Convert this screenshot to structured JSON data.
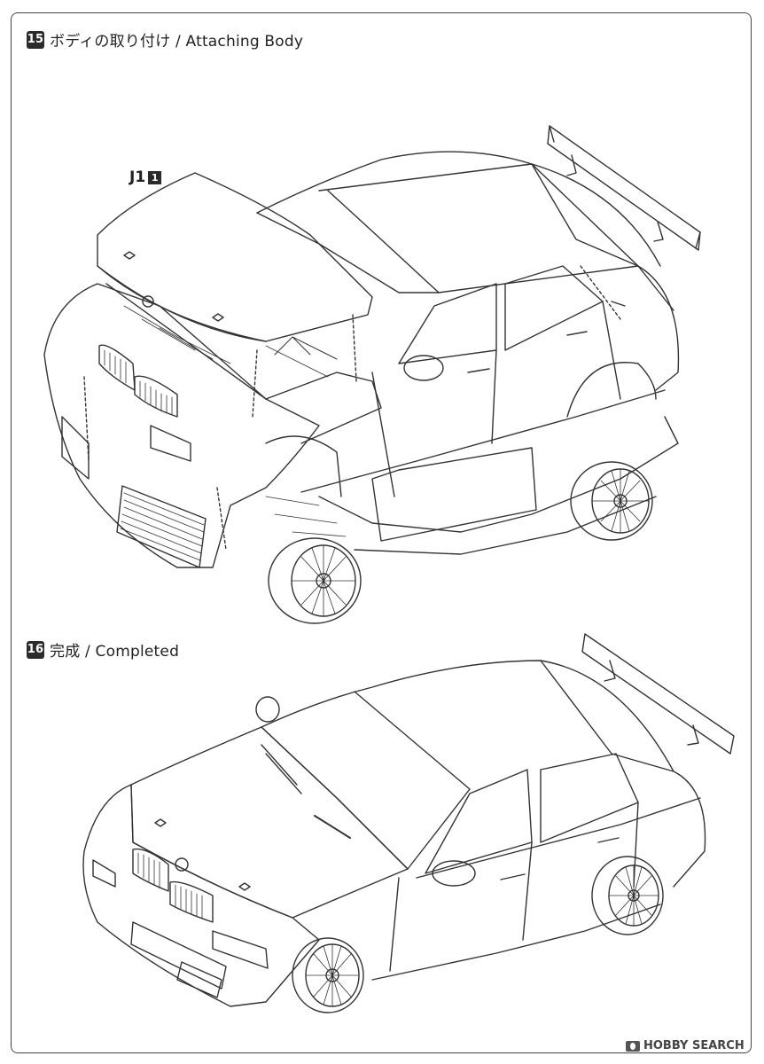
{
  "steps": [
    {
      "number": "15",
      "title": "ボディの取り付け / Attaching Body"
    },
    {
      "number": "16",
      "title": "完成 / Completed"
    }
  ],
  "parts": {
    "hood_part_id": "J1",
    "hood_part_runner": "1"
  },
  "watermark": {
    "text": "HOBBY SEARCH",
    "icon": "hobbysearch-logo-icon"
  }
}
